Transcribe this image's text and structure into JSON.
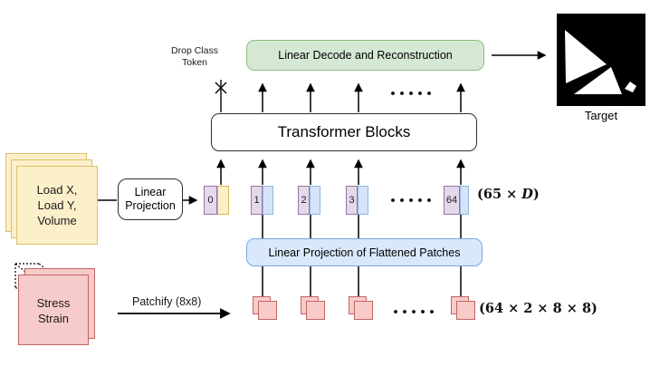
{
  "colors": {
    "green_fill": "#D5E8D4",
    "green_stroke": "#8FBF7F",
    "blue_fill": "#DAE8FC",
    "blue_stroke": "#7EA6E0",
    "purple_fill": "#E4D8EA",
    "purple_stroke": "#9673A6",
    "yellow_fill": "#FCF0CA",
    "yellow_stroke": "#DDBE6C",
    "red_fill": "#F6CBC9",
    "red_stroke": "#C26560",
    "line": "#000000"
  },
  "drop_class_token": {
    "line1": "Drop Class",
    "line2": "Token"
  },
  "green_box": {
    "label": "Linear Decode and Reconstruction"
  },
  "transformer_box": {
    "label": "Transformer Blocks"
  },
  "blue_box": {
    "label": "Linear Projection of Flattened Patches"
  },
  "linear_projection_box": {
    "line1": "Linear",
    "line2": "Projection"
  },
  "yellow_stack": {
    "line1": "Load X,",
    "line2": "Load Y,",
    "line3": "Volume"
  },
  "red_stack": {
    "line1": "Stress",
    "line2": "Strain"
  },
  "patchify": {
    "label": "Patchify (8x8)"
  },
  "tokens": {
    "labels": [
      "0",
      "1",
      "2",
      "3",
      "64"
    ],
    "dim_prefix": "(65 × ",
    "dim_var": "D",
    "dim_suffix": ")"
  },
  "patches": {
    "dim_label": "(64 × 2 × 8 × 8)"
  },
  "target": {
    "label": "Target"
  }
}
